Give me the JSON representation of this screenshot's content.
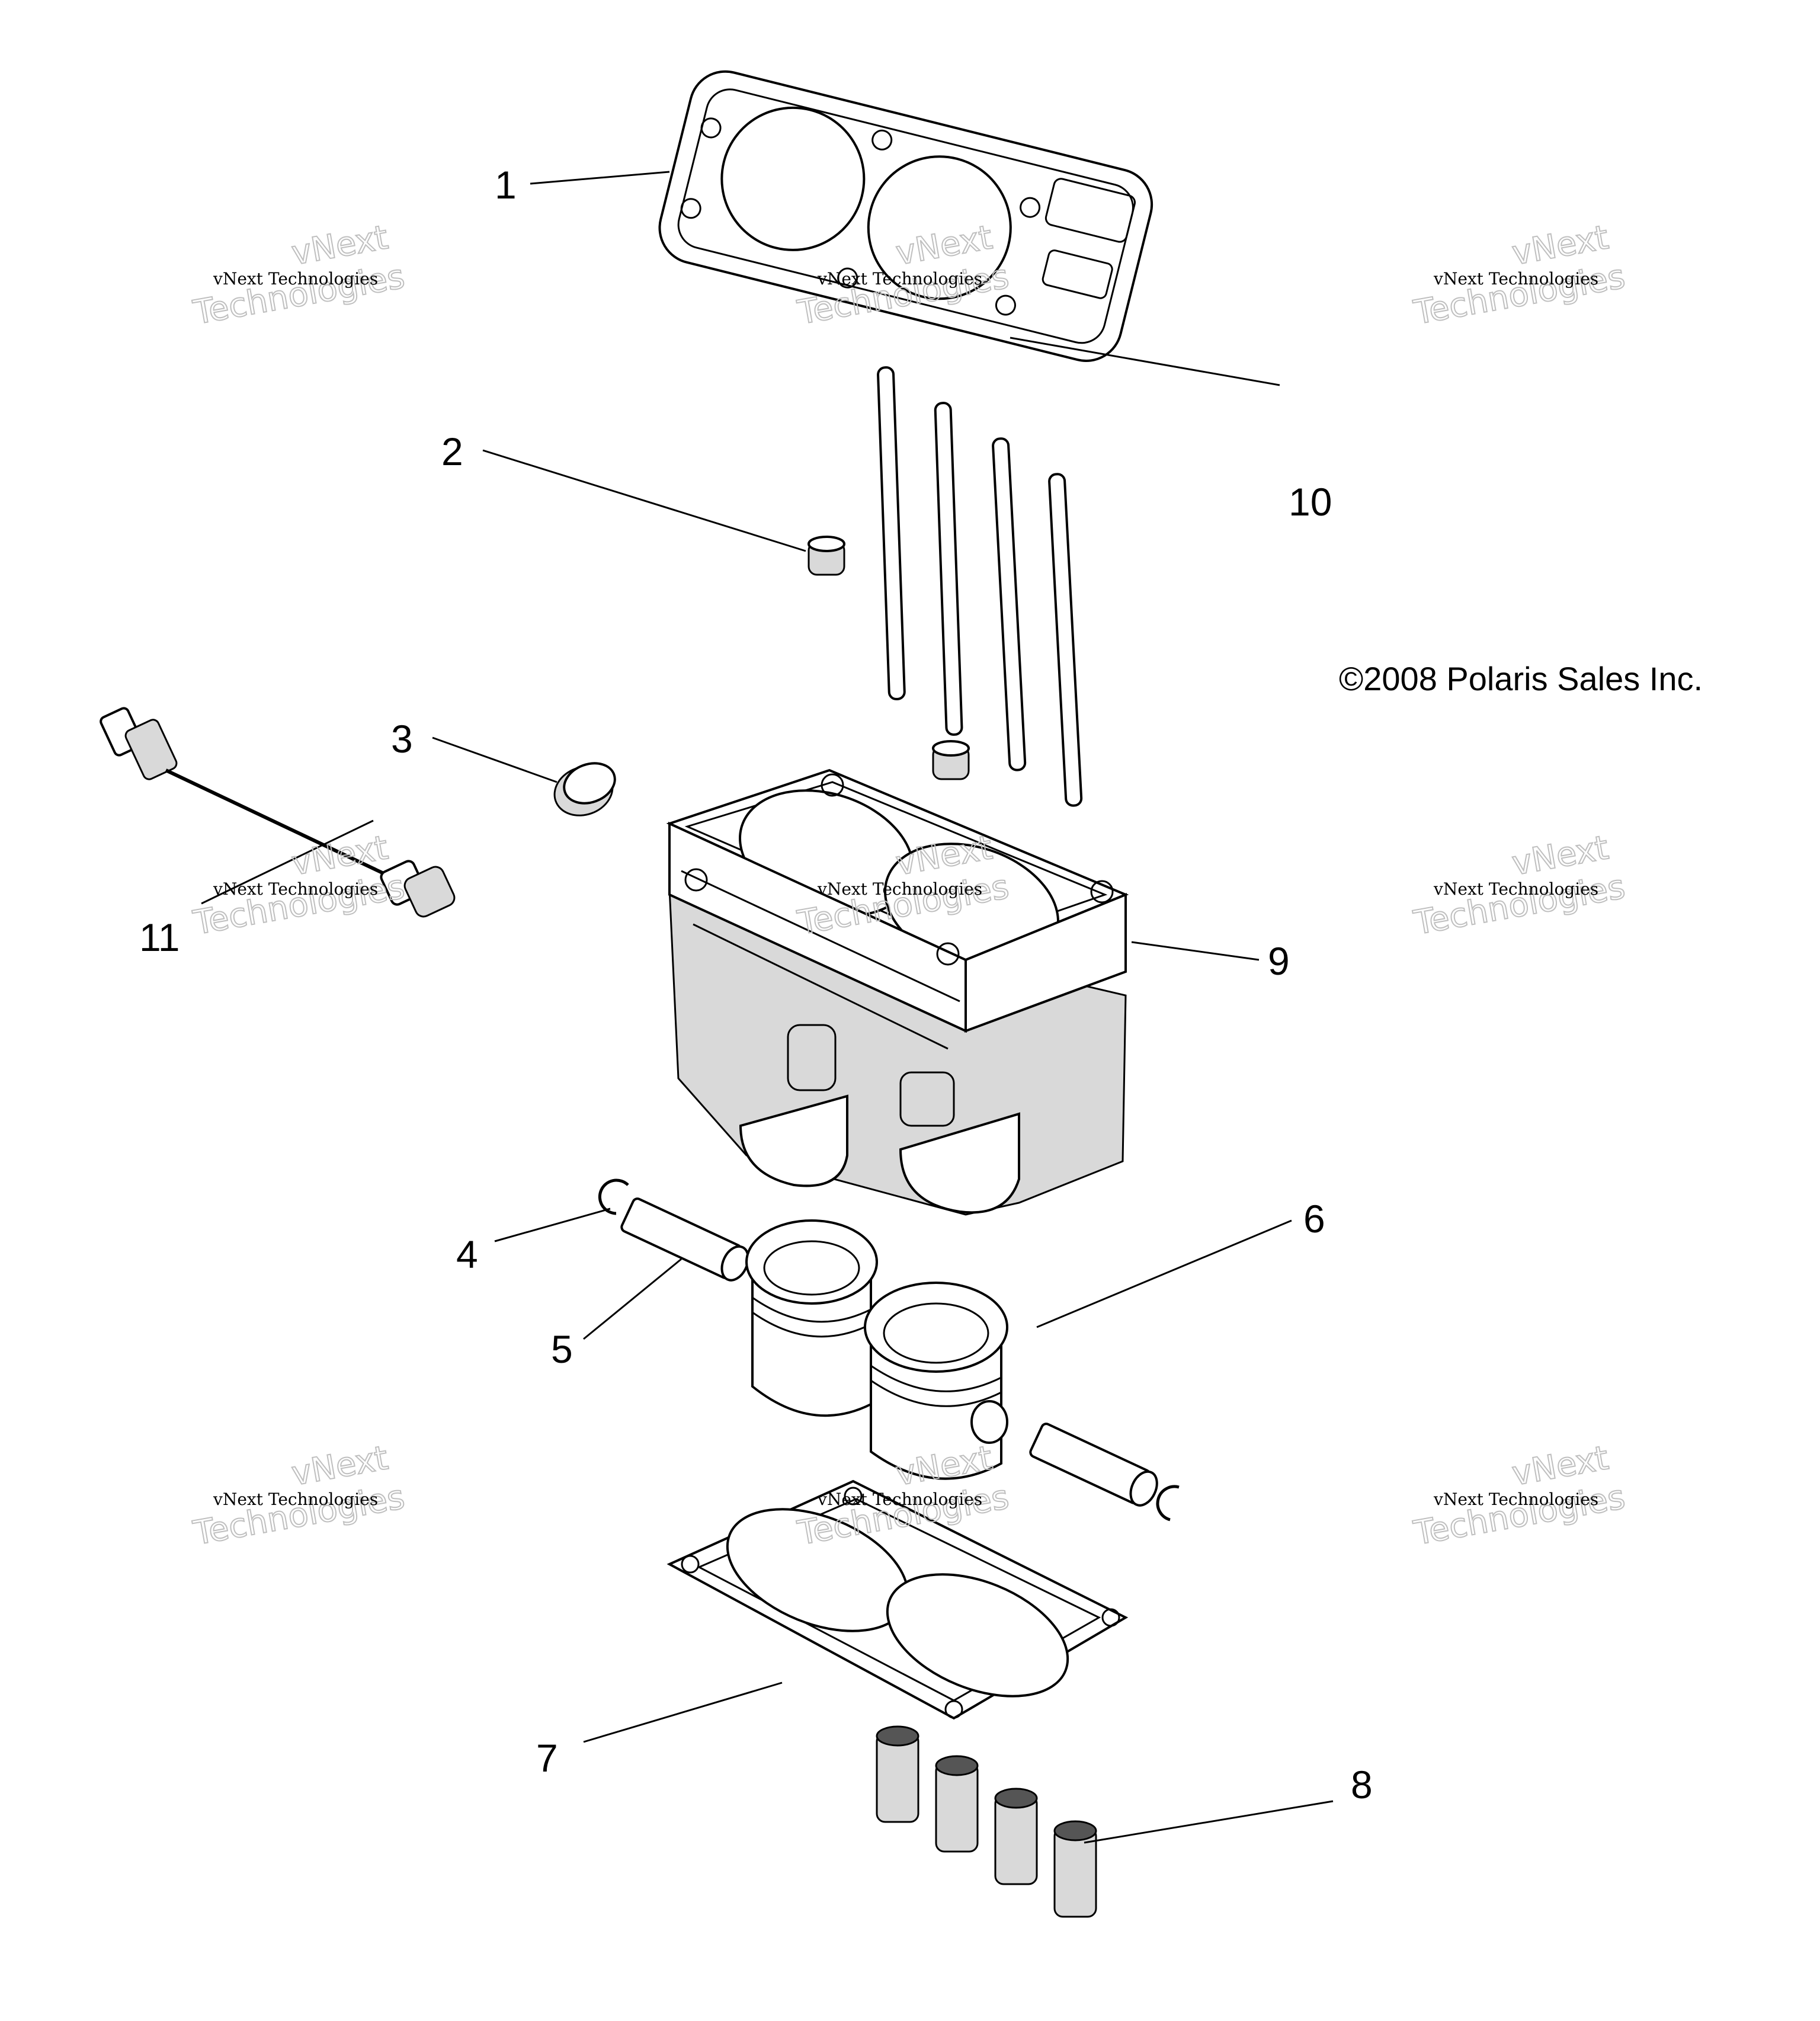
{
  "diagram": {
    "copyright": "©2008 Polaris Sales Inc.",
    "callouts": [
      "1",
      "2",
      "3",
      "4",
      "5",
      "6",
      "7",
      "8",
      "9",
      "10",
      "11"
    ],
    "watermark": {
      "line_small": "vNext Technologies",
      "line_big_1": "vNext",
      "line_big_2": "Technologies"
    }
  }
}
